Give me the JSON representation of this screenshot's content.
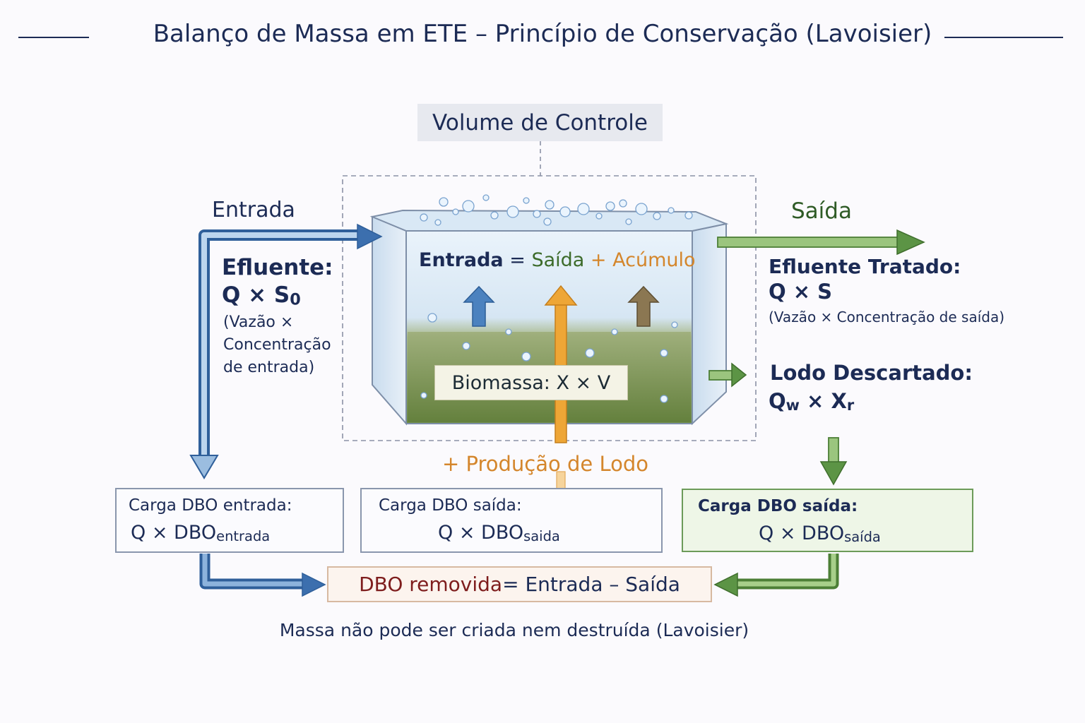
{
  "title": "Balanço de Massa em ETE – Princípio de Conservação (Lavoisier)",
  "control_volume_label": "Volume de Controle",
  "entrada": {
    "heading": "Entrada",
    "efluente_label": "Efluente:",
    "formula_main": "Q × S",
    "formula_sub": "0",
    "desc_line1": "(Vazão ×",
    "desc_line2": "Concentração",
    "desc_line3": "de entrada)"
  },
  "saida": {
    "heading": "Saída",
    "efluente_label": "Efluente Tratado:",
    "formula": "Q × S",
    "desc": "(Vazão × Concentração de saída)"
  },
  "lodo": {
    "label": "Lodo Descartado:",
    "q": "Q",
    "q_sub": "w",
    "times": " × ",
    "x": "X",
    "x_sub": "r"
  },
  "tank": {
    "eq_entrada": "Entrada",
    "eq_equals": " = ",
    "eq_saida": "Saída",
    "eq_plus": " + ",
    "eq_acumulo": "Acúmulo",
    "biomassa": "Biomassa:  X × V"
  },
  "producao_lodo": "+ Produção de Lodo",
  "carga_entrada": {
    "label": "Carga DBO entrada:",
    "formula_main": "Q × DBO",
    "formula_sub": "entrada"
  },
  "carga_saida_mid": {
    "label": "Carga DBO saída:",
    "formula_main": "Q × DBO",
    "formula_sub": "saida"
  },
  "carga_saida_right": {
    "label": "Carga DBO saída:",
    "formula_main": "Q × DBO",
    "formula_sub": "saída"
  },
  "dbo_removida": {
    "part1": "DBO removida",
    "part2": " = Entrada – Saída"
  },
  "footer": "Massa não pode ser criada nem destruída (Lavoisier)",
  "colors": {
    "blue": "#3c6fae",
    "green": "#5c9445",
    "orange": "#e9a033",
    "navy": "#1c2b55",
    "red": "#7e1d1d"
  }
}
